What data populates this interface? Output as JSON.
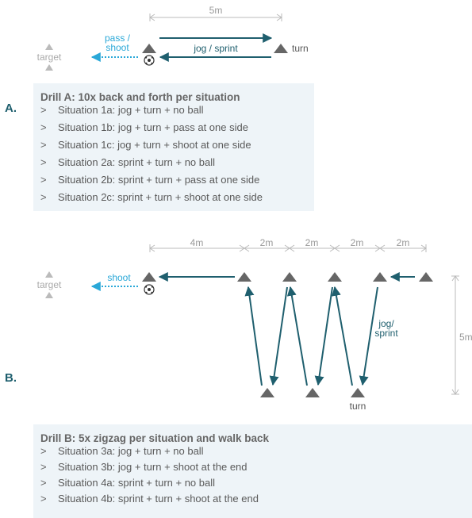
{
  "section_a": {
    "letter": "A.",
    "distance": "5m",
    "target_label": "target",
    "pass_shoot_label_line1": "pass /",
    "pass_shoot_label_line2": "shoot",
    "jog_sprint_label": "jog / sprint",
    "turn_label": "turn",
    "drill": {
      "title": "Drill A: 10x back and forth per situation",
      "bullet": ">",
      "items": [
        "Situation 1a: jog + turn + no ball",
        "Situation 1b: jog + turn + pass at one side",
        "Situation 1c: jog + turn + shoot at one side",
        "Situation 2a: sprint + turn + no ball",
        "Situation 2b: sprint + turn + pass at one side",
        "Situation 2c: sprint + turn + shoot at one side"
      ]
    }
  },
  "section_b": {
    "letter": "B.",
    "distances": [
      "4m",
      "2m",
      "2m",
      "2m",
      "2m"
    ],
    "vertical_distance": "5m",
    "target_label": "target",
    "shoot_label": "shoot",
    "jog_label_line1": "jog/",
    "jog_label_line2": "sprint",
    "turn_label": "turn",
    "drill": {
      "title": "Drill B: 5x zigzag per situation and walk back",
      "bullet": ">",
      "items": [
        "Situation 3a: jog + turn + no ball",
        "Situation 3b: jog + turn + shoot at the end",
        "Situation 4a: sprint + turn + no ball",
        "Situation 4b: sprint + turn + shoot at the end"
      ]
    }
  },
  "colors": {
    "arrow": "#1f5f6e",
    "pass_arrow": "#2aa8d8",
    "cone": "#666666",
    "target_cone": "#bbbbbb",
    "dimension": "#bbbbbb",
    "box_bg": "#eef4f8"
  }
}
